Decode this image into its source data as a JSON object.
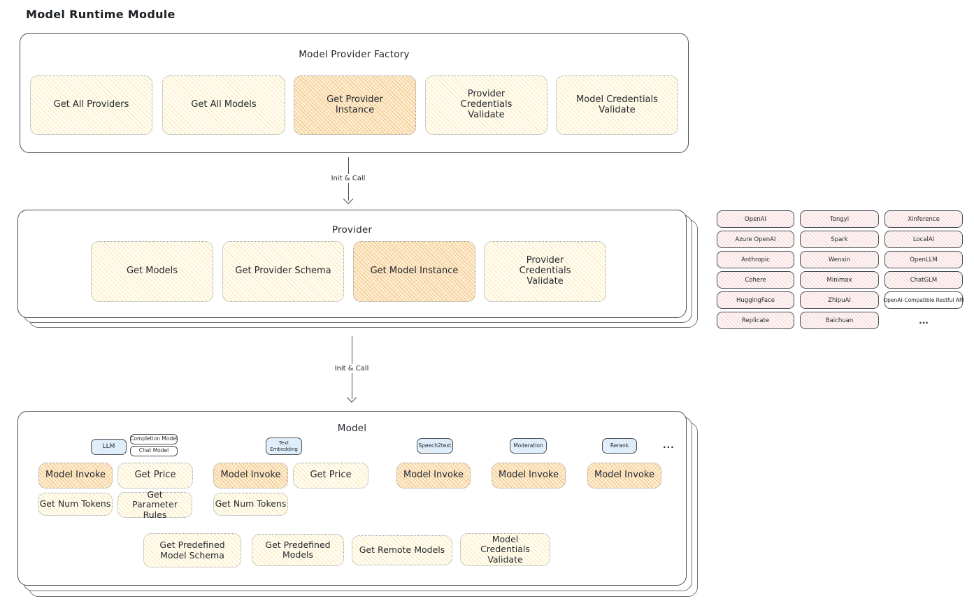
{
  "diagram_title": "Model Runtime Module",
  "arrow_top": {
    "label": "Init & Call"
  },
  "arrow_bottom": {
    "label": "Init & Call"
  },
  "factory": {
    "title": "Model Provider Factory",
    "boxes": [
      {
        "label": "Get All Providers",
        "highlighted": false
      },
      {
        "label": "Get All Models",
        "highlighted": false
      },
      {
        "label": "Get Provider Instance",
        "highlighted": true
      },
      {
        "label": "Provider Credentials Validate",
        "highlighted": false
      },
      {
        "label": "Model Credentials Validate",
        "highlighted": false
      }
    ]
  },
  "provider": {
    "title": "Provider",
    "boxes": [
      {
        "label": "Get Models",
        "highlighted": false
      },
      {
        "label": "Get Provider Schema",
        "highlighted": false
      },
      {
        "label": "Get Model Instance",
        "highlighted": true
      },
      {
        "label": "Provider Credentials Validate",
        "highlighted": false
      }
    ]
  },
  "provider_list": {
    "items": [
      "OpenAI",
      "Tongyi",
      "Xinference",
      "Azure OpenAI",
      "Spark",
      "LocalAI",
      "Anthropic",
      "Wenxin",
      "OpenLLM",
      "Cohere",
      "Minimax",
      "ChatGLM",
      "HuggingFace",
      "ZhipuAI",
      "OpenAI-Compatible Restful API",
      "Replicate",
      "Baichuan",
      "..."
    ]
  },
  "model": {
    "title": "Model",
    "tabs": {
      "llm": "LLM",
      "completion_model": "Completion Model",
      "chat_model": "Chat Model",
      "text_embedding": "Text Embedding",
      "speech2text": "Speech2text",
      "moderation": "Moderation",
      "rerank": "Rerank",
      "more": "..."
    },
    "llm_group": {
      "model_invoke": "Model Invoke",
      "get_price": "Get Price",
      "get_num_tokens": "Get Num Tokens",
      "get_parameter_rules": "Get Parameter Rules"
    },
    "text_embedding_group": {
      "model_invoke": "Model Invoke",
      "get_price": "Get Price",
      "get_num_tokens": "Get Num Tokens"
    },
    "speech2text_group": {
      "model_invoke": "Model Invoke"
    },
    "moderation_group": {
      "model_invoke": "Model Invoke"
    },
    "rerank_group": {
      "model_invoke": "Model Invoke"
    },
    "bottom_row": [
      "Get Predefined Model Schema",
      "Get Predefined Models",
      "Get Remote Models",
      "Model Credentials Validate"
    ]
  },
  "colors": {
    "highlight_orange": "#f29e37",
    "yellow_fill": "#fffdf4",
    "pink_fill": "#fdf5f5",
    "blue_fill": "#ebf4fc",
    "border_dark": "#4a4e54"
  }
}
